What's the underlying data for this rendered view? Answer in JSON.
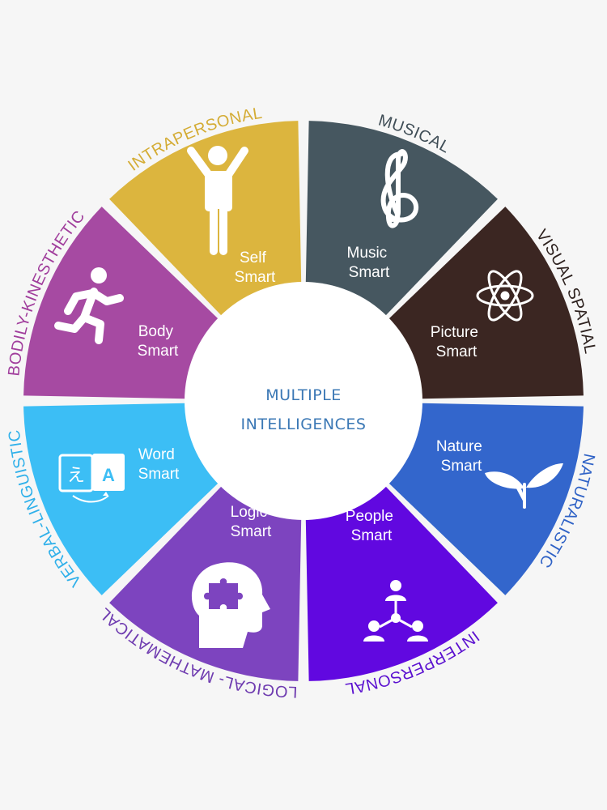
{
  "title": [
    "MULTIPLE",
    "INTELLIGENCES"
  ],
  "segments": [
    {
      "id": "musical",
      "category": "MUSICAL",
      "label": [
        "Music",
        "Smart"
      ],
      "color": "#465760",
      "ring_color": "#3f4d56",
      "icon": "treble-clef-icon"
    },
    {
      "id": "visual-spatial",
      "category": "VISUAL SPATIAL",
      "label": [
        "Picture",
        "Smart"
      ],
      "color": "#3b2622",
      "ring_color": "#2d211e",
      "icon": "atom-icon"
    },
    {
      "id": "naturalistic",
      "category": "NATURALISTIC",
      "label": [
        "Nature",
        "Smart"
      ],
      "color": "#3366cc",
      "ring_color": "#2f62c6",
      "icon": "sprout-icon"
    },
    {
      "id": "interpersonal",
      "category": "INTERPERSONAL",
      "label": [
        "People",
        "Smart"
      ],
      "color": "#6108e0",
      "ring_color": "#5a10d0",
      "icon": "people-network-icon"
    },
    {
      "id": "logical-mathematical",
      "category": "LOGICAL- MATHEMATICAL",
      "label": [
        "Logic",
        "Smart"
      ],
      "color": "#7d44bf",
      "ring_color": "#6f3cb0",
      "icon": "head-puzzle-icon"
    },
    {
      "id": "verbal-linguistic",
      "category": "VERBAL-LINGUISTIC",
      "label": [
        "Word",
        "Smart"
      ],
      "color": "#3cbef5",
      "ring_color": "#2fb0ea",
      "icon": "translate-icon"
    },
    {
      "id": "bodily-kinesthetic",
      "category": "BODILY-KINESTHETIC",
      "label": [
        "Body",
        "Smart"
      ],
      "color": "#a64aa2",
      "ring_color": "#a03d9c",
      "icon": "running-person-icon"
    },
    {
      "id": "intrapersonal",
      "category": "INTRAPERSONAL",
      "label": [
        "Self",
        "Smart"
      ],
      "color": "#dcb53e",
      "ring_color": "#d4ac35",
      "icon": "person-arms-up-icon"
    }
  ]
}
